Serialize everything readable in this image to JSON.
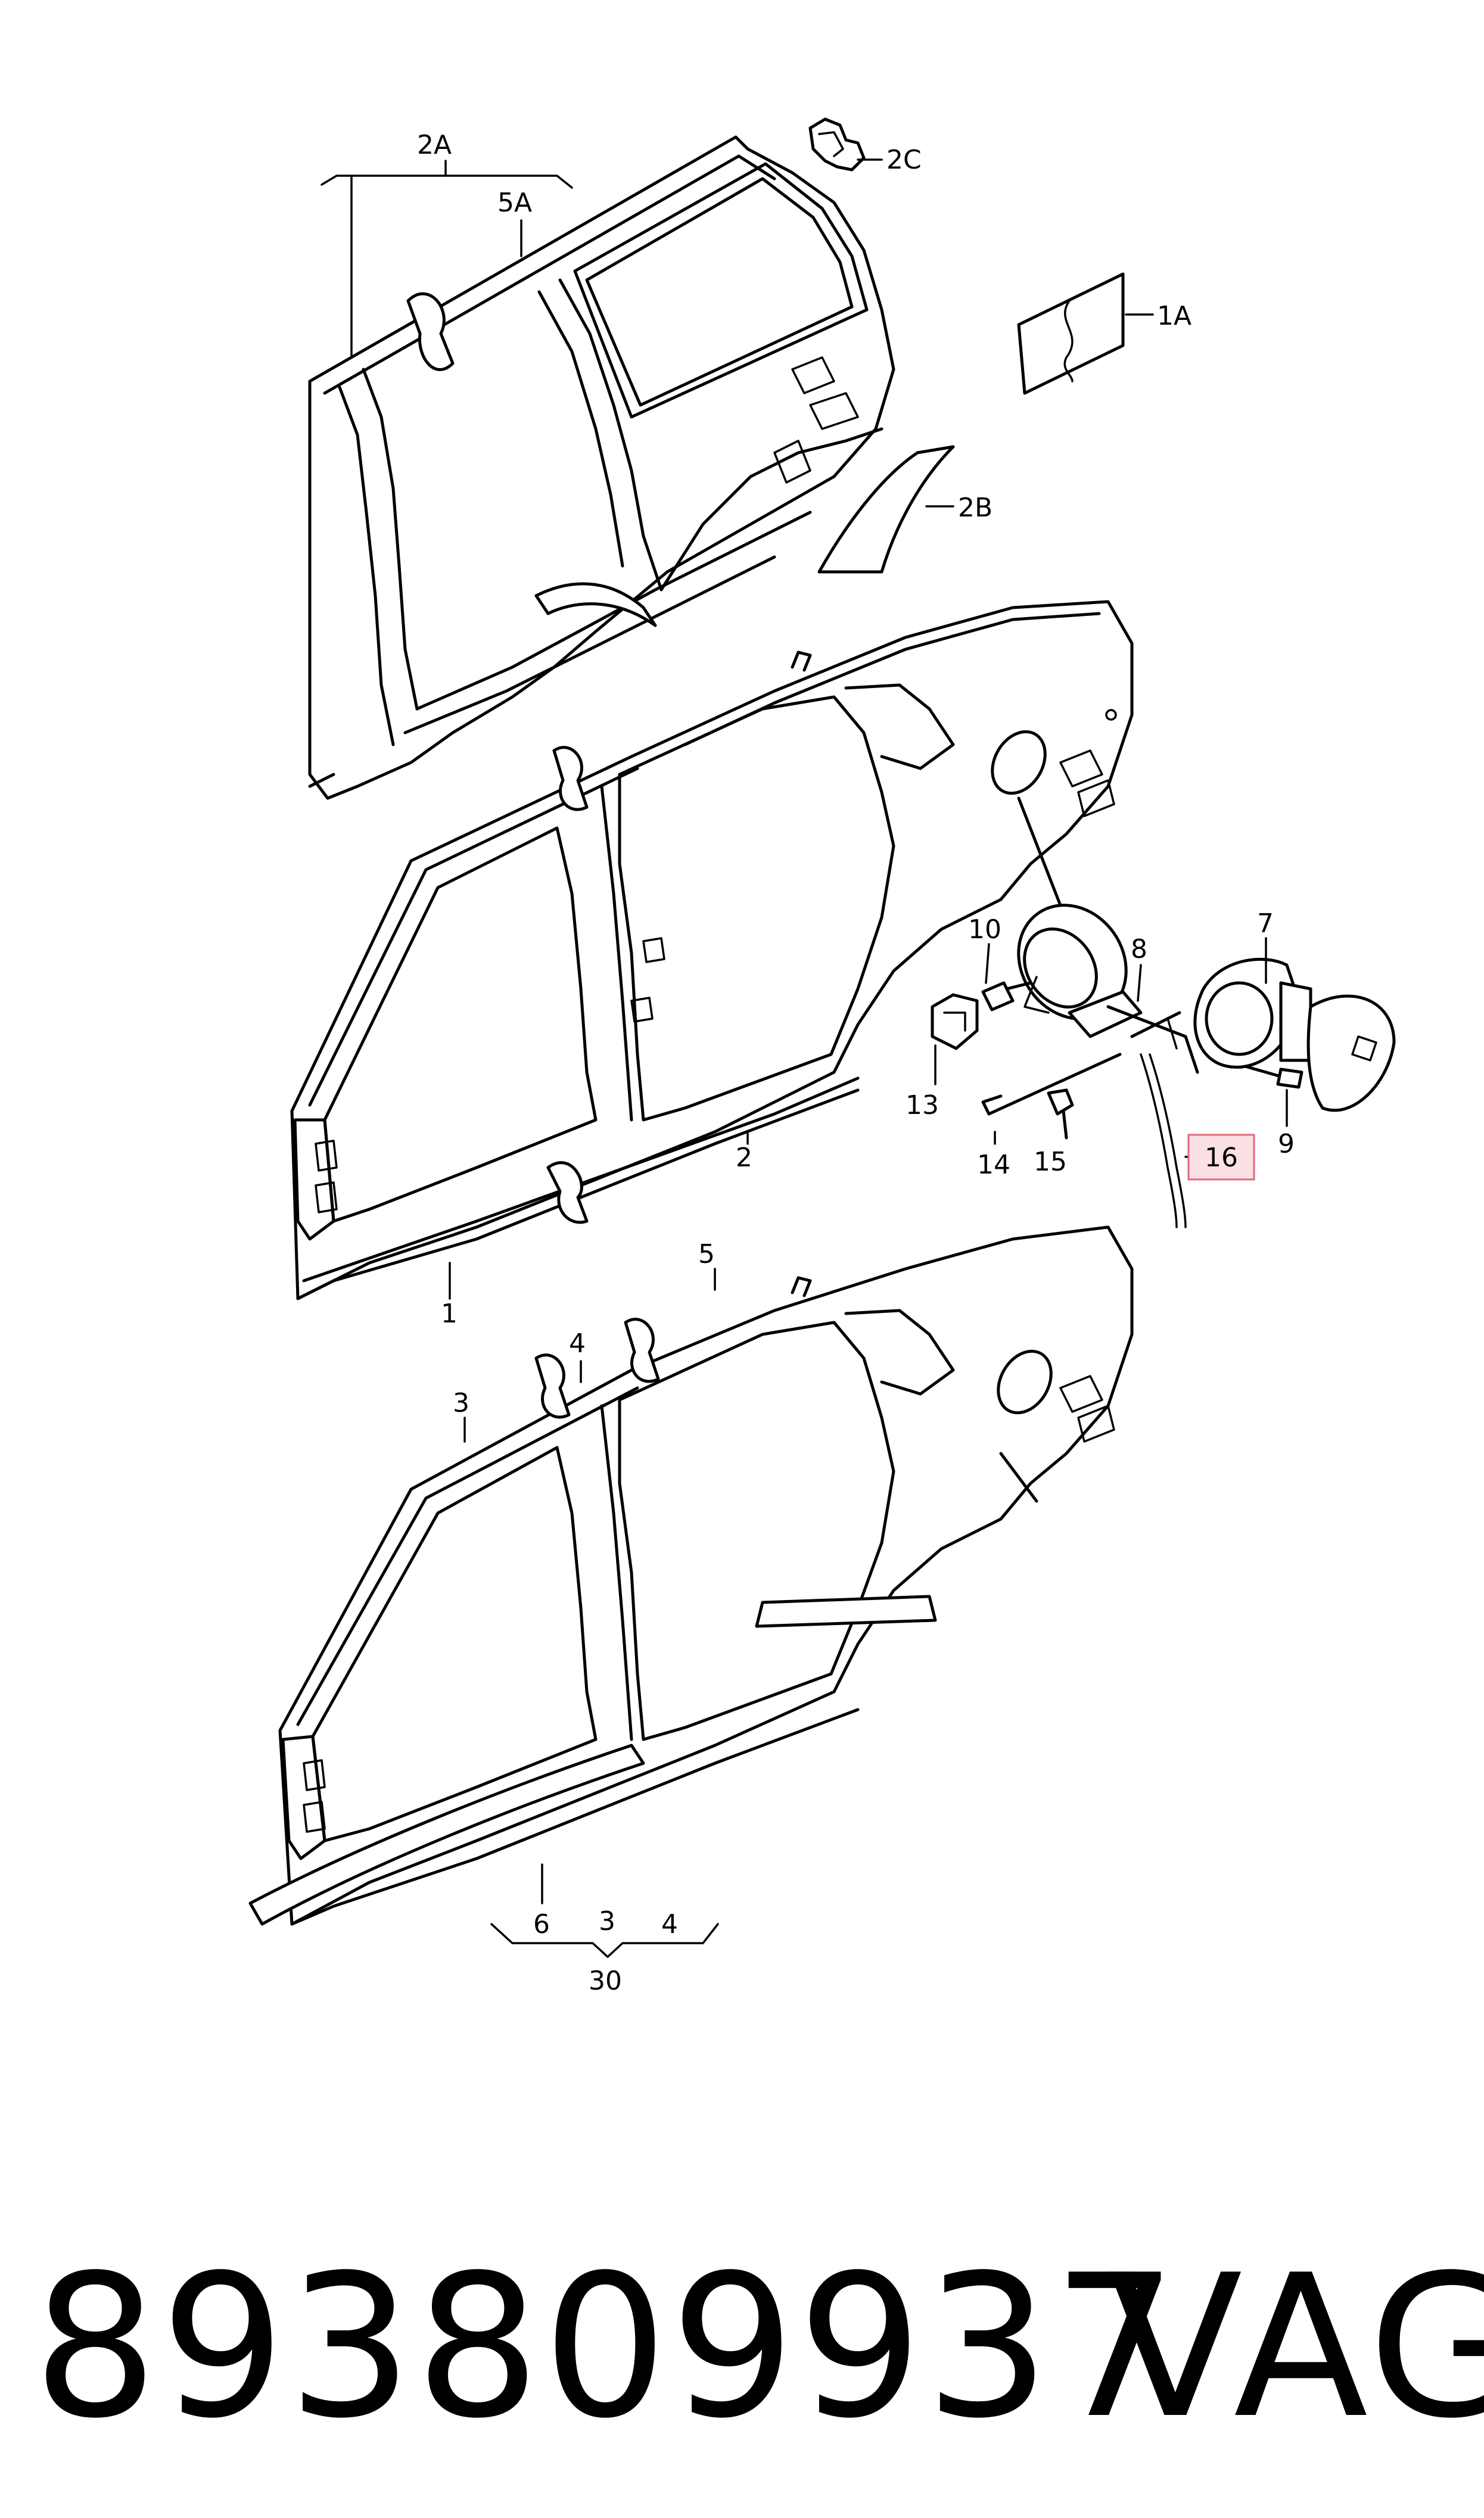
{
  "diagram": {
    "callouts": {
      "c2A": "2A",
      "c5A": "5A",
      "c2C": "2C",
      "c1A": "1A",
      "c2B": "2B",
      "c10": "10",
      "c8": "8",
      "c7": "7",
      "c13": "13",
      "c14": "14",
      "c15": "15",
      "c16": "16",
      "c9": "9",
      "c2": "2",
      "c1": "1",
      "c5": "5",
      "c4": "4",
      "c3": "3",
      "c6b": "6",
      "c3b": "3",
      "c4b": "4",
      "c30": "30"
    },
    "highlight_color": "#fbe0e4"
  },
  "footer": {
    "part_number": "893809937",
    "brand": "VAG"
  }
}
